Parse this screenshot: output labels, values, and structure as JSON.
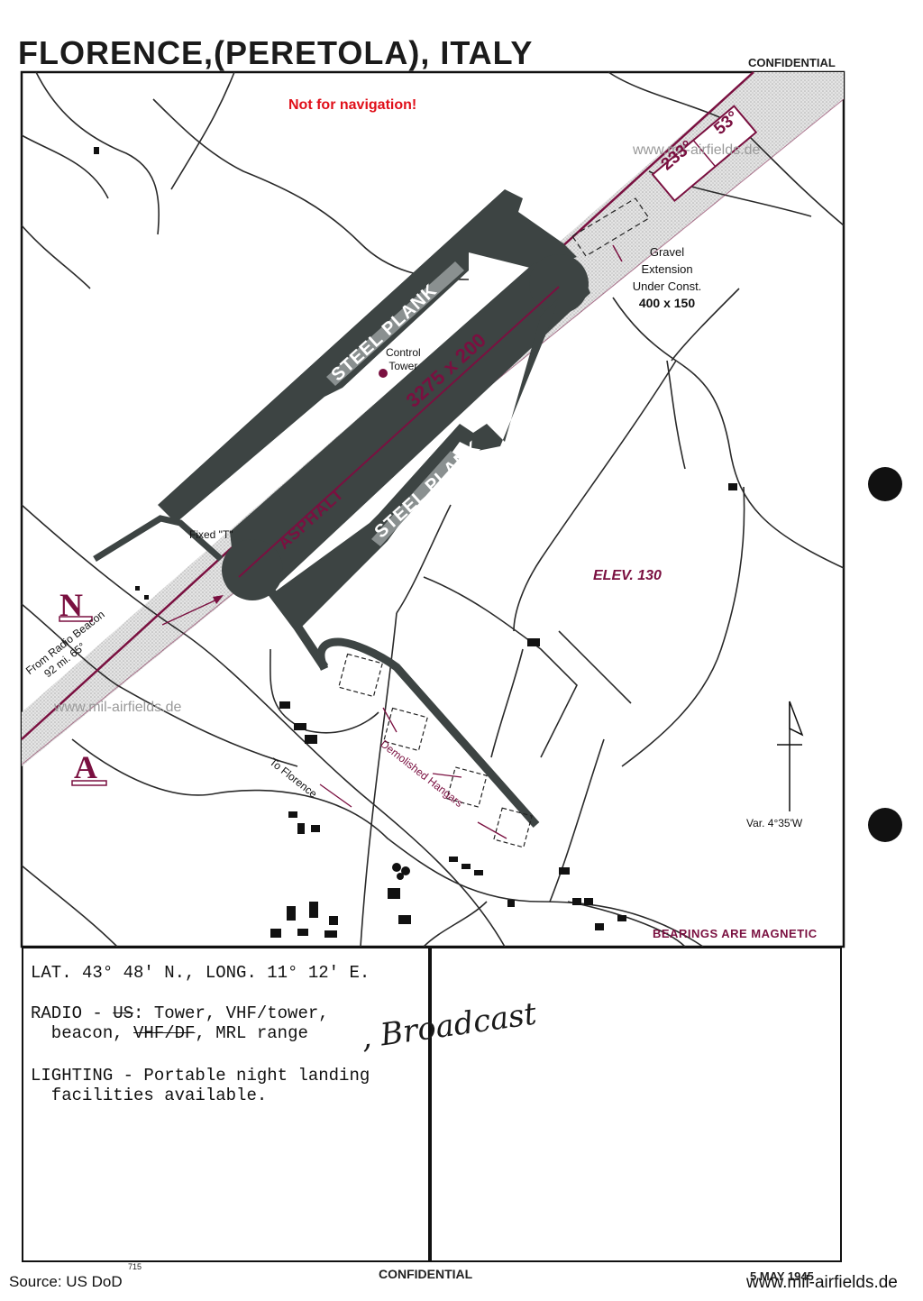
{
  "header": {
    "title": "FLORENCE,(PERETOLA), ITALY",
    "classification_top": "CONFIDENTIAL",
    "notice": "Not for navigation!"
  },
  "map": {
    "watermark": "www.mil-airfields.de",
    "runway_label": "3275 x 200",
    "surface_label": "ASPHALT",
    "taxi_north_label": "STEEL PLANK",
    "taxi_south_label": "STEEL PLANK",
    "heading_left": "233°",
    "heading_right": "53°",
    "control_tower": [
      "Control",
      "Tower"
    ],
    "gravel_extension": [
      "Gravel",
      "Extension",
      "Under Const.",
      "400 x 150"
    ],
    "fixed_t": "Fixed \"T\"",
    "elevation": "ELEV. 130",
    "radio_beacon": [
      "From Radio Beacon",
      "92 mi. 65°"
    ],
    "to_florence": "To Florence",
    "demolished_hangars": "Demolished Hangars",
    "variation": "Var. 4°35'W",
    "bearings_note": "BEARINGS ARE MAGNETIC",
    "symbol_n": "N",
    "symbol_a": "A"
  },
  "info_panel": {
    "lat_long": "LAT. 43° 48' N., LONG. 11° 12' E.",
    "radio_prefix": "RADIO - ",
    "radio_struck_1": "US",
    "radio_line1_rest": ": Tower, VHF/tower,",
    "radio_line2_start": "  beacon, ",
    "radio_struck_2": "VHF/DF",
    "radio_line2_rest": ", MRL range",
    "handwritten": ", Broadcast",
    "lighting_line1": "LIGHTING - Portable night landing",
    "lighting_line2": "  facilities available."
  },
  "footer": {
    "page_number": "715",
    "classification_bottom": "CONFIDENTIAL",
    "date": "5 MAY 1945",
    "source": "Source: US DoD",
    "site": "www.mil-airfields.de"
  },
  "colors": {
    "maroon": "#7a1040",
    "runway_gray": "#3d4443",
    "red_notice": "#e0101a"
  }
}
